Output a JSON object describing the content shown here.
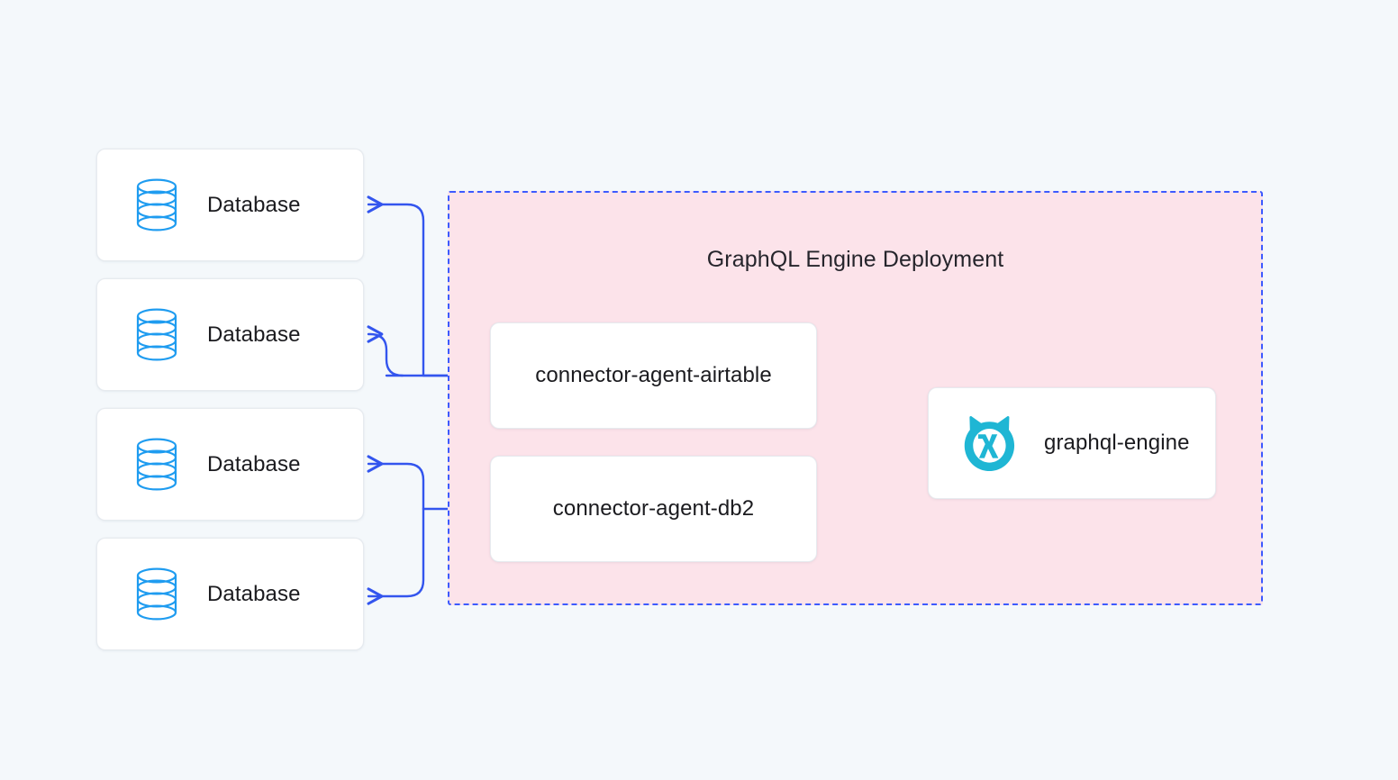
{
  "diagram": {
    "title": "GraphQL Engine Deployment",
    "background_color": "#f4f8fb",
    "deployment": {
      "label": "GraphQL Engine Deployment",
      "fill_color": "#fce3ea",
      "border_color": "#3d5afe",
      "border_style": "dashed"
    },
    "databases": [
      {
        "label": "Database",
        "icon": "database-icon"
      },
      {
        "label": "Database",
        "icon": "database-icon"
      },
      {
        "label": "Database",
        "icon": "database-icon"
      },
      {
        "label": "Database",
        "icon": "database-icon"
      }
    ],
    "connectors": [
      {
        "label": "connector-agent-airtable"
      },
      {
        "label": "connector-agent-db2"
      }
    ],
    "engine": {
      "label": "graphql-engine",
      "icon": "hasura-logo-icon",
      "icon_color": "#1fb6d4"
    },
    "colors": {
      "arrow": "#3355ee",
      "database_icon": "#1f9cf0",
      "card_background": "#ffffff",
      "card_border": "#e7ebef",
      "text": "#1b1b1f"
    },
    "edges": [
      {
        "from": "connector-agent-airtable",
        "to": "Database 1",
        "direction": "left"
      },
      {
        "from": "connector-agent-airtable",
        "to": "Database 2",
        "direction": "left"
      },
      {
        "from": "connector-agent-db2",
        "to": "Database 3",
        "direction": "left"
      },
      {
        "from": "connector-agent-db2",
        "to": "Database 4",
        "direction": "left"
      },
      {
        "from": "graphql-engine",
        "to": "connector-agent-airtable",
        "direction": "left"
      },
      {
        "from": "graphql-engine",
        "to": "connector-agent-db2",
        "direction": "left"
      },
      {
        "from": "connectors",
        "to": "graphql-engine",
        "direction": "right"
      }
    ]
  }
}
